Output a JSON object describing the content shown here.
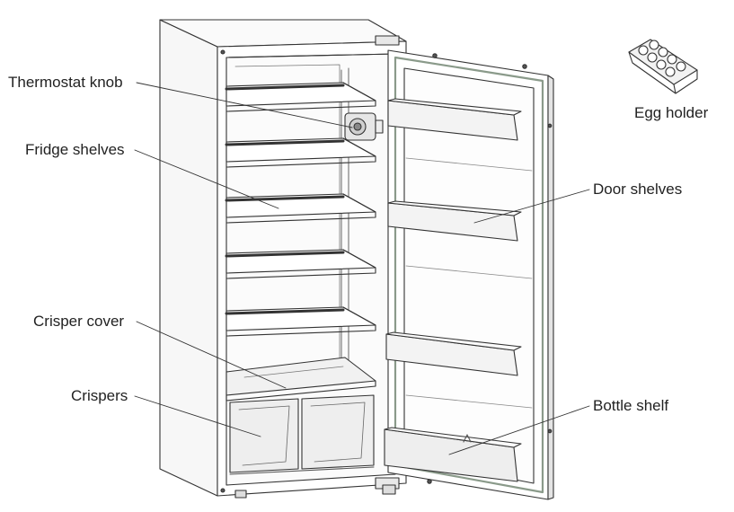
{
  "labels": {
    "thermostat_knob": "Thermostat knob",
    "fridge_shelves": "Fridge shelves",
    "crisper_cover": "Crisper cover",
    "crispers": "Crispers",
    "door_shelves": "Door shelves",
    "bottle_shelf": "Bottle shelf",
    "egg_holder": "Egg holder"
  },
  "colors": {
    "line": "#333333",
    "text": "#222222",
    "fill_light": "#f4f4f4",
    "fill_shade": "#dcdcdc",
    "gasket": "#8a9a8a"
  }
}
